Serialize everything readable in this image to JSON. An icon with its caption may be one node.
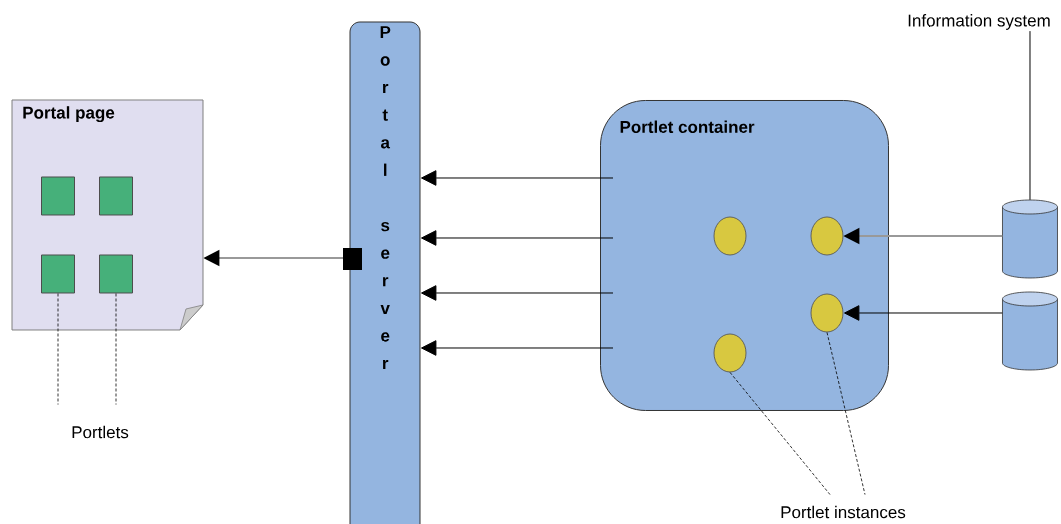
{
  "diagram": {
    "nodes": [
      {
        "text": [
          "Portal page"
        ]
      },
      {
        "text": [],
        "shape": "box",
        "in": 0
      },
      {
        "text": [],
        "shape": "box",
        "in": 0
      },
      {
        "text": [],
        "shape": "box",
        "in": 0
      },
      {
        "text": [],
        "shape": "box",
        "in": 0
      },
      {
        "text": [
          "Portlets"
        ]
      },
      {
        "text": [
          "Portal server"
        ]
      },
      {
        "text": [
          "Portlet container"
        ]
      },
      {
        "text": [],
        "shape": "circle",
        "in": 7
      },
      {
        "text": [],
        "shape": "circle",
        "in": 7
      },
      {
        "text": [],
        "shape": "circle",
        "in": 7
      },
      {
        "text": [],
        "shape": "circle",
        "in": 7
      },
      {
        "text": [
          "Portlet instances"
        ]
      },
      {
        "text": [
          "Information system"
        ]
      },
      {
        "text": [],
        "shape": "cylinder"
      },
      {
        "text": [],
        "shape": "cylinder"
      }
    ],
    "edges": [
      {
        "from": 6,
        "to": 0,
        "arrow": "to",
        "color": "#999999"
      },
      {
        "from": 7,
        "to": 6,
        "arrow": "to"
      },
      {
        "from": 7,
        "to": 6,
        "arrow": "to"
      },
      {
        "from": 7,
        "to": 6,
        "arrow": "to"
      },
      {
        "from": 7,
        "to": 6,
        "arrow": "to"
      },
      {
        "from": 5,
        "to": 3,
        "arrow": "none",
        "style": "dashed"
      },
      {
        "from": 5,
        "to": 4,
        "arrow": "none",
        "style": "dashed"
      },
      {
        "from": 13,
        "to": 14,
        "arrow": "none"
      },
      {
        "from": 14,
        "to": 9,
        "arrow": "to",
        "color": "#999999"
      },
      {
        "from": 15,
        "to": 10,
        "arrow": "to"
      },
      {
        "from": 12,
        "to": 11,
        "arrow": "none",
        "style": "dashed"
      },
      {
        "from": 12,
        "to": 10,
        "arrow": "none",
        "style": "dashed"
      }
    ]
  }
}
